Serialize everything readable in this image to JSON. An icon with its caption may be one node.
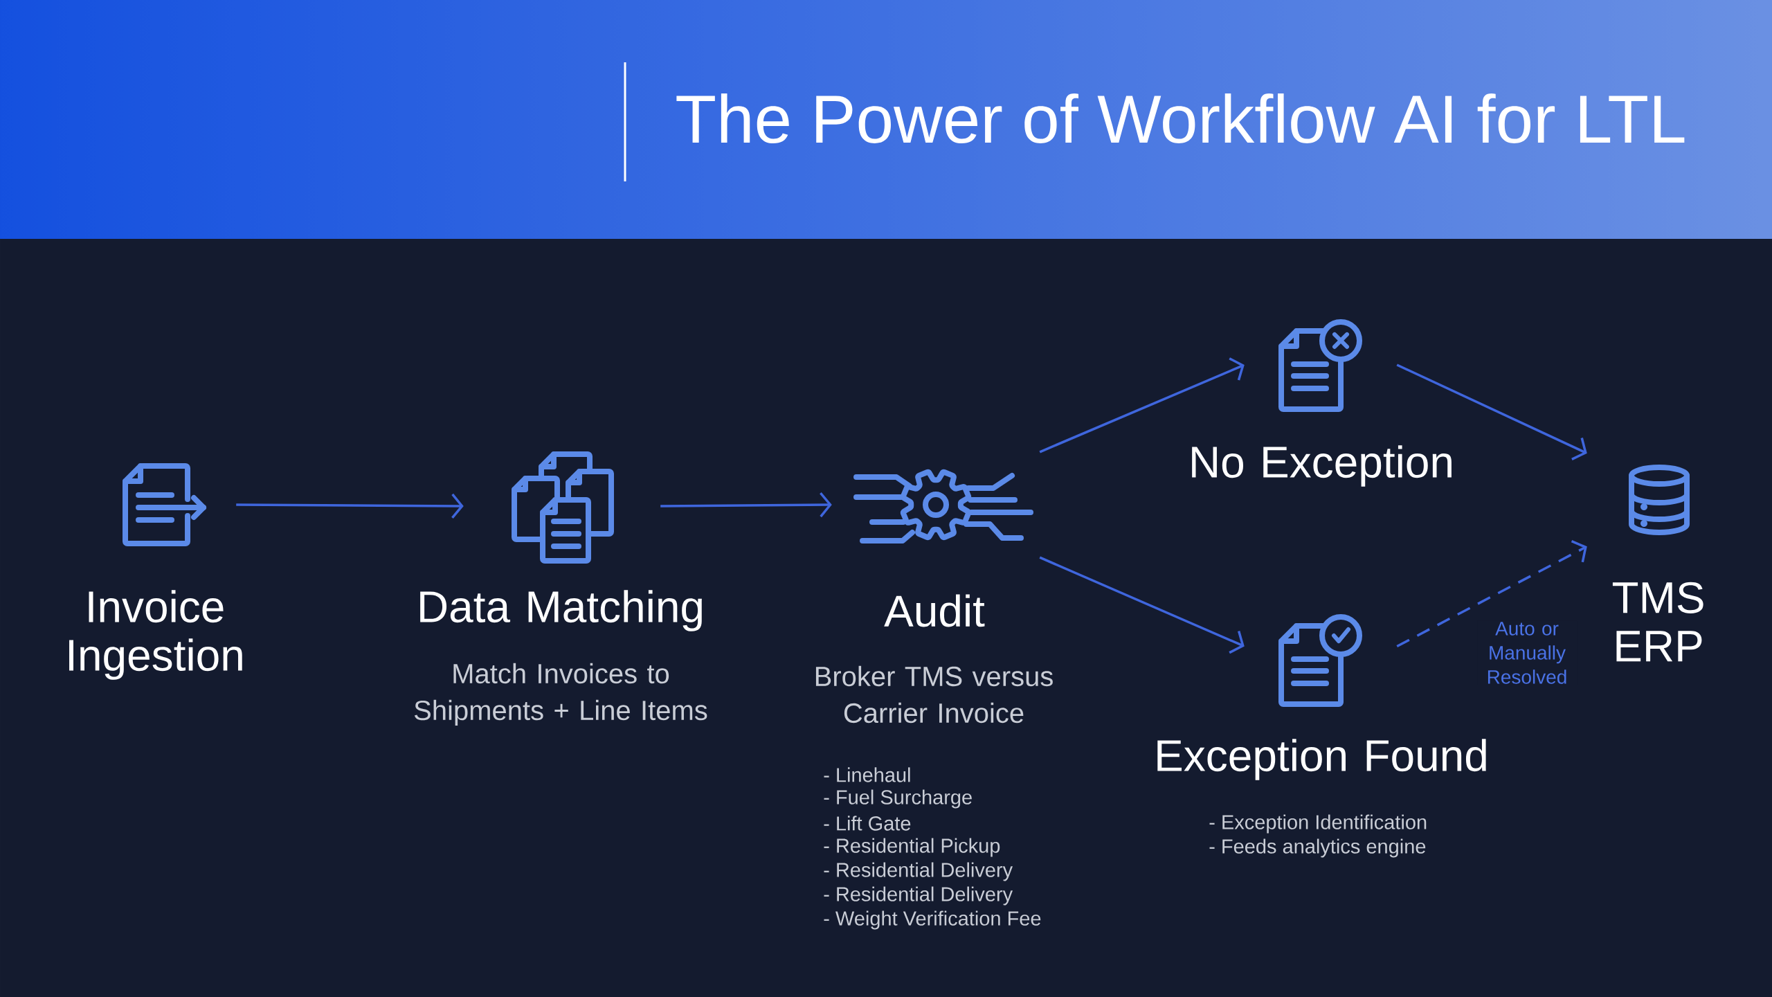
{
  "diagram": {
    "title": "The Power of Workflow AI for LTL",
    "nodes": [
      {
        "text": [
          "Invoice Ingestion"
        ]
      },
      {
        "text": [
          "Data Matching",
          "Match Invoices to Shipments + Line Items"
        ]
      },
      {
        "text": [
          "Audit",
          "Broker TMS versus Carrier Invoice"
        ],
        "beside": [
          "- Linehaul",
          "- Fuel Surcharge",
          "- Lift Gate",
          "- Residential Pickup",
          "- Residential Delivery",
          "- Residential Delivery",
          "- Weight Verification Fee"
        ]
      },
      {
        "text": [
          "No Exception"
        ]
      },
      {
        "text": [
          "Exception Found"
        ],
        "beside": [
          "- Exception Identification",
          "- Feeds analytics engine"
        ]
      },
      {
        "text": [
          "TMS ERP"
        ]
      }
    ],
    "edges": [
      {
        "from": 0,
        "to": 1,
        "arrow": "to"
      },
      {
        "from": 1,
        "to": 2,
        "arrow": "to"
      },
      {
        "from": 2,
        "to": 3,
        "arrow": "to"
      },
      {
        "from": 2,
        "to": 4,
        "arrow": "to"
      },
      {
        "from": 3,
        "to": 5,
        "arrow": "to"
      },
      {
        "from": 4,
        "to": 5,
        "arrow": "to",
        "style": "dashed",
        "label": "Auto or Manually Resolved"
      }
    ]
  }
}
